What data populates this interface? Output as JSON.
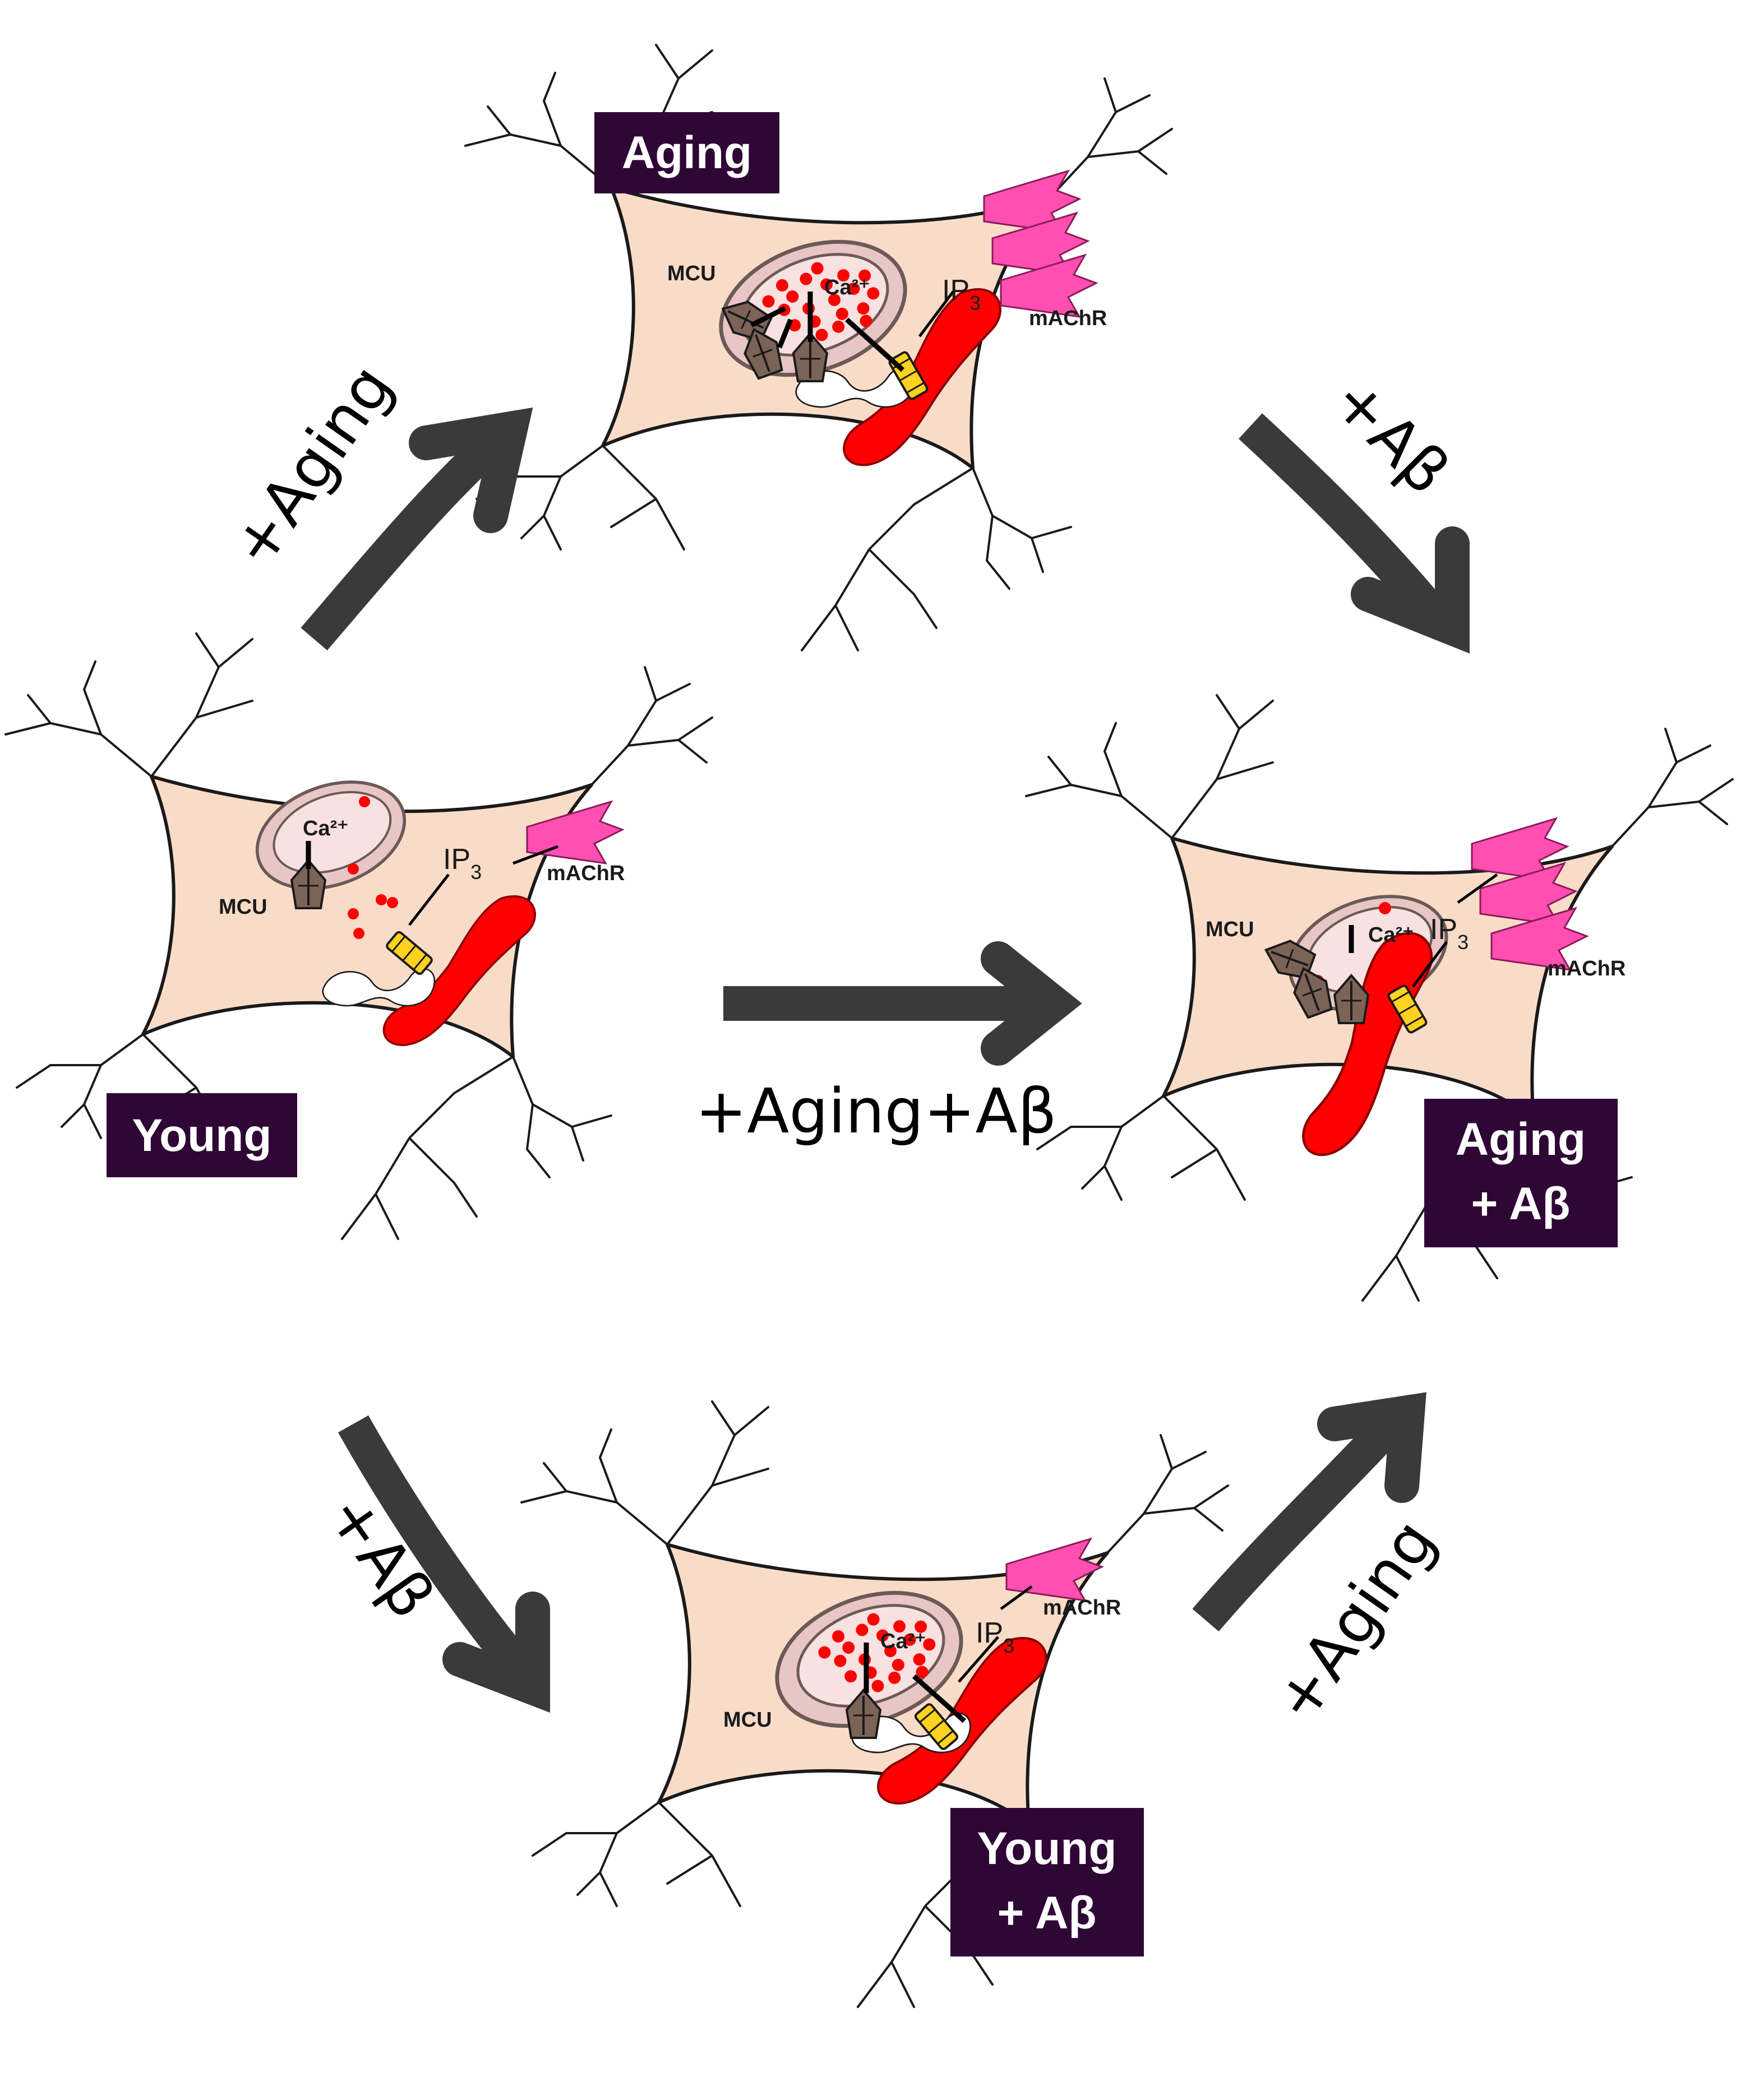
{
  "conditions": {
    "young": {
      "line1": "Young",
      "line2": ""
    },
    "aging": {
      "line1": "Aging",
      "line2": ""
    },
    "young_ab": {
      "line1": "Young",
      "line2": "+ Aβ"
    },
    "aging_ab": {
      "line1": "Aging",
      "line2": "+ Aβ"
    }
  },
  "transitions": {
    "young_to_aging": "+Aging",
    "aging_to_aging_ab": "+Aβ",
    "young_to_aging_ab": "+Aging+Aβ",
    "young_to_young_ab": "+Aβ",
    "young_ab_to_aging_ab": "+Aging"
  },
  "cell_labels": {
    "mcu": "MCU",
    "mAChR": "mAChR",
    "ip3_base": "IP",
    "ip3_sub": "3",
    "calcium": "Ca²⁺"
  },
  "colors": {
    "label_box": "#2f0736",
    "soma": "#f9dcc8",
    "er": "#ff0000",
    "receptor": "#ff4fb0",
    "calcium_dot": "#ff0000",
    "arrow": "#3a3a3a"
  },
  "states": {
    "young": {
      "mito_calcium": "↓",
      "mito_dots": 2,
      "receptors": 1
    },
    "aging": {
      "mito_calcium": "↑",
      "mito_dots": 20,
      "receptors": 3
    },
    "young_ab": {
      "mito_calcium": "↑",
      "mito_dots": 20,
      "receptors": 1
    },
    "aging_ab": {
      "mito_calcium": "↓",
      "mito_dots": 2,
      "receptors": 3
    }
  }
}
